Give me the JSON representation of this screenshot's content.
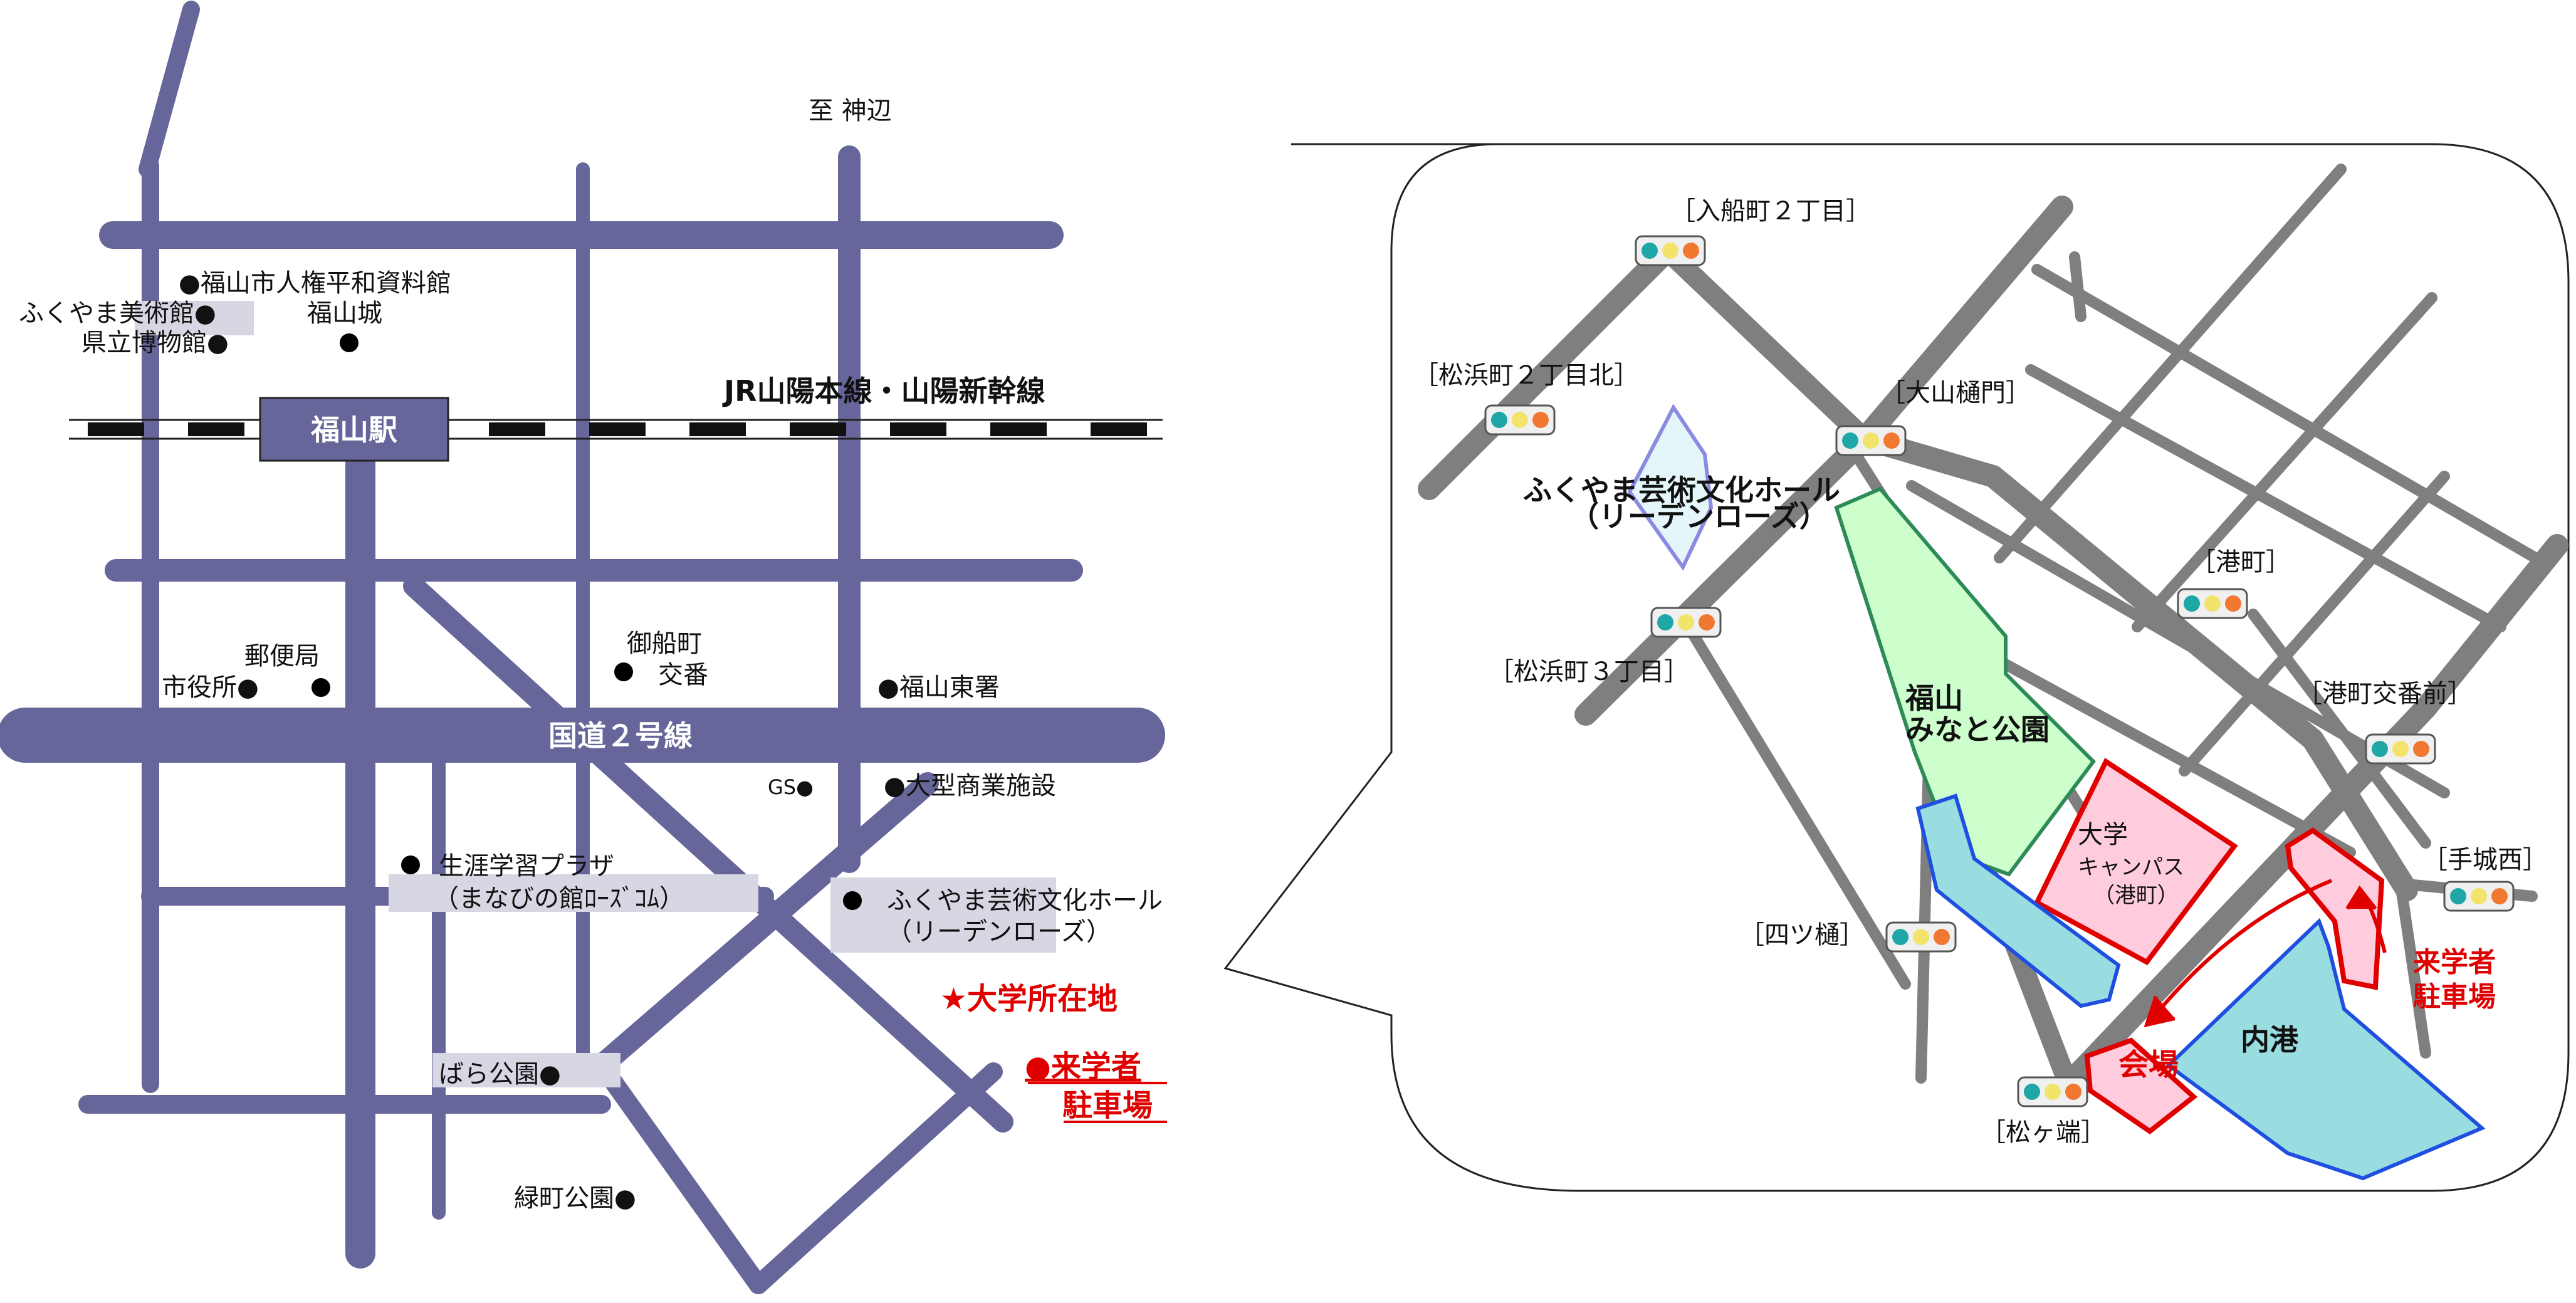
{
  "colors": {
    "road_left": "#66669a",
    "road_right": "#7f7f7f",
    "lane_left": "#d7d7e3",
    "lane_right": "#e8e8e8",
    "accent_red": "#e00000",
    "park_fill": "#ccffcc",
    "park_stroke": "#2e8b57",
    "water_fill": "#99dde0",
    "water_stroke": "#1f4fe0",
    "campus_fill": "#ffccdd",
    "hall_fill": "#e4f6fa",
    "hall_stroke": "#8a8ae0",
    "signal_teal": "#1fa6a6",
    "signal_yellow": "#f2e36b",
    "signal_orange": "#f07830"
  },
  "left_map": {
    "direction": "至 神辺",
    "railway": "JR山陽本線・山陽新幹線",
    "station": "福山駅",
    "highway": "国道２号線",
    "landmarks": {
      "peace_museum": "●福山市人権平和資料館",
      "art_museum": "ふくやま美術館●",
      "fukuyama_castle": "福山城",
      "prefectural_museum": "県立博物館●",
      "post_office": "郵便局",
      "city_hall": "市役所●",
      "gofunecho_line1": "御船町",
      "gofunecho_line2": "交番",
      "police_station": "●福山東署",
      "gas_station": "GS●",
      "shopping": "●大型商業施設",
      "learning_plaza_line1": "生涯学習プラザ",
      "learning_plaza_line2": "（まなびの館ﾛｰｽﾞｺﾑ）",
      "arts_hall_line1": "ふくやま芸術文化ホール",
      "arts_hall_line2": "（リーデンローズ）",
      "rose_park": "ばら公園●",
      "midori_park": "緑町公園●"
    },
    "university_location": "★大学所在地",
    "visitor_parking_line1": "●来学者",
    "visitor_parking_line2": "駐車場"
  },
  "right_map": {
    "intersections": {
      "irifune": "［入船町２丁目］",
      "matsuhama2": "［松浜町２丁目北］",
      "oyamahi": "［大山樋門］",
      "minatomachi": "［港町］",
      "matsuhama3": "［松浜町３丁目］",
      "minato_koban": "［港町交番前］",
      "tejiro": "［手城西］",
      "yotsuhi": "［四ツ樋］",
      "matsugahana": "［松ヶ端］"
    },
    "hall_line1": "ふくやま芸術文化ホール",
    "hall_line2": "（リーデンローズ）",
    "park_line1": "福山",
    "park_line2": "みなと公園",
    "campus_line1": "大学",
    "campus_line2": "キャンパス",
    "campus_line3": "（港町）",
    "venue": "会場",
    "inner_harbor": "内港",
    "parking_line1": "来学者",
    "parking_line2": "駐車場"
  }
}
